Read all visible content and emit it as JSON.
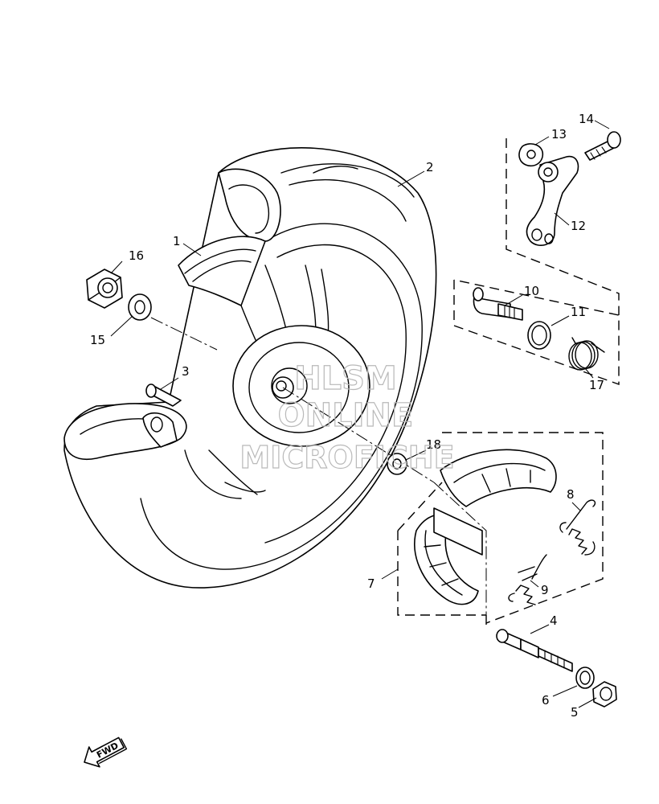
{
  "watermark": {
    "line1": "HLSM",
    "line2": "ONLINE",
    "line3": "MICROFICHE",
    "color": "#b9b9b9"
  },
  "callouts": {
    "c1": "1",
    "c2": "2",
    "c3": "3",
    "c4": "4",
    "c5": "5",
    "c6": "6",
    "c7": "7",
    "c8": "8",
    "c9": "9",
    "c10": "10",
    "c11": "11",
    "c12": "12",
    "c13": "13",
    "c14": "14",
    "c15": "15",
    "c16": "16",
    "c17": "17",
    "c18": "18"
  },
  "direction_marker": {
    "label": "FWD",
    "icon": "fwd-arrow-icon"
  }
}
